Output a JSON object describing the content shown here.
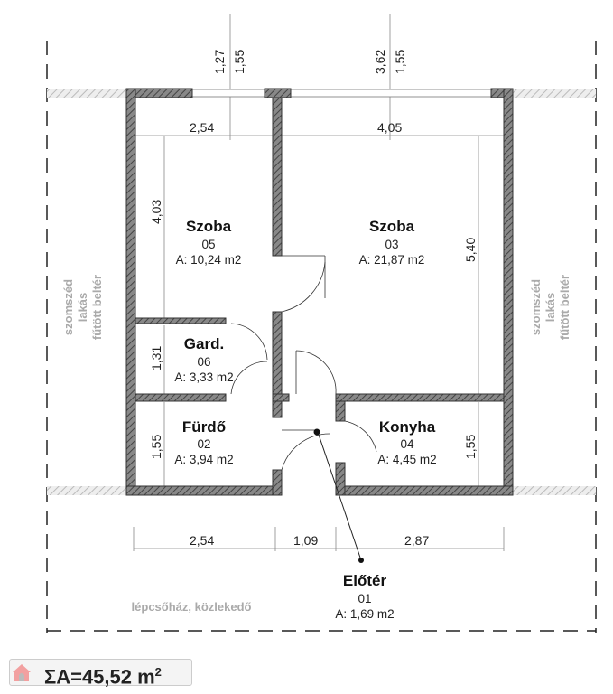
{
  "rooms": [
    {
      "name": "Szoba",
      "number": "05",
      "area": "A: 10,24 m2"
    },
    {
      "name": "Szoba",
      "number": "03",
      "area": "A: 21,87 m2"
    },
    {
      "name": "Gard.",
      "number": "06",
      "area": "A: 3,33 m2"
    },
    {
      "name": "Fürdő",
      "number": "02",
      "area": "A: 3,94 m2"
    },
    {
      "name": "Konyha",
      "number": "04",
      "area": "A: 4,45 m2"
    },
    {
      "name": "Előtér",
      "number": "01",
      "area": "A: 1,69 m2"
    }
  ],
  "dimensions": {
    "top_left_a": "1,27",
    "top_left_b": "1,55",
    "top_right_a": "3,62",
    "top_right_b": "1,55",
    "width_05": "2,54",
    "width_03": "4,05",
    "height_05": "4,03",
    "height_03": "5,40",
    "height_06": "1,31",
    "height_02": "1,55",
    "height_04": "1,55",
    "bottom_left": "2,54",
    "bottom_mid": "1,09",
    "bottom_right": "2,87"
  },
  "labels": {
    "neighbor_line1": "szomszéd",
    "neighbor_line2": "lakás",
    "neighbor_line3": "fűtött beltér",
    "stairwell": "lépcsőház, közlekedő"
  },
  "total_area": {
    "label": "ΣA=45,52 m",
    "sup": "2"
  },
  "colors": {
    "wall": "#555555",
    "hatch": "#999999",
    "dim_line": "#888888",
    "side_text": "#aaaaaa"
  }
}
